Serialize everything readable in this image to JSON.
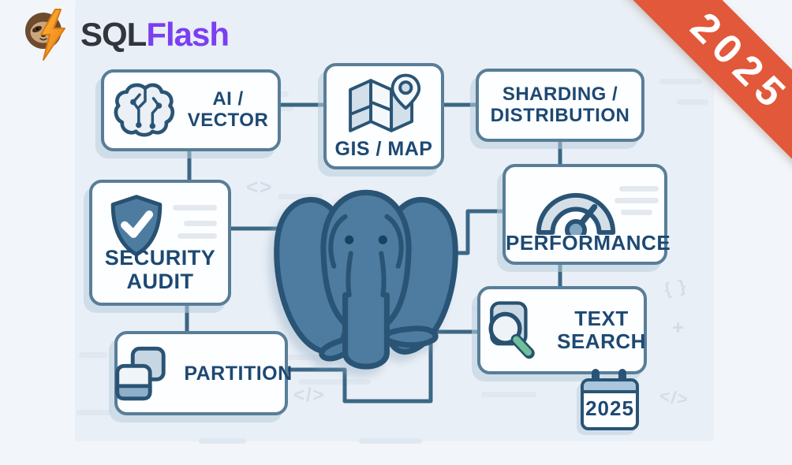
{
  "brand": {
    "name_primary": "SQL",
    "name_secondary": "Flash",
    "icon": "sloth-lightning-icon"
  },
  "ribbon": {
    "label": "2025",
    "color": "#e2583a"
  },
  "diagram": {
    "center": {
      "icon": "postgresql-elephant"
    },
    "nodes": {
      "ai_vector": {
        "line1": "AI /",
        "line2": "VECTOR",
        "icon": "brain-circuit-icon"
      },
      "gis_map": {
        "label": "GIS / MAP",
        "icon": "folded-map-pin-icon"
      },
      "sharding": {
        "line1": "SHARDING /",
        "line2": "DISTRIBUTION"
      },
      "security_audit": {
        "line1": "SECURITY",
        "line2": "AUDIT",
        "icon": "shield-check-icon"
      },
      "performance": {
        "label": "PERFORMANCE",
        "icon": "gauge-icon"
      },
      "partition": {
        "label": "PARTITION",
        "icon": "stacked-squares-icon"
      },
      "text_search": {
        "line1": "TEXT",
        "line2": "SEARCH",
        "icon": "magnifier-document-icon"
      }
    },
    "calendar": {
      "year": "2025",
      "icon": "calendar-icon"
    }
  },
  "background": {
    "code_glyphs": [
      "<>",
      "</>",
      "{ }",
      "+",
      "</>"
    ]
  },
  "colors": {
    "accent_orange": "#e2583a",
    "node_border": "#587e98",
    "node_text": "#1d4973",
    "elephant_fill": "#4e7ca1",
    "elephant_outline": "#2a5475",
    "brand_dark": "#32353b",
    "brand_purple": "#7b3ff2",
    "handle_green": "#6fbf9b"
  }
}
